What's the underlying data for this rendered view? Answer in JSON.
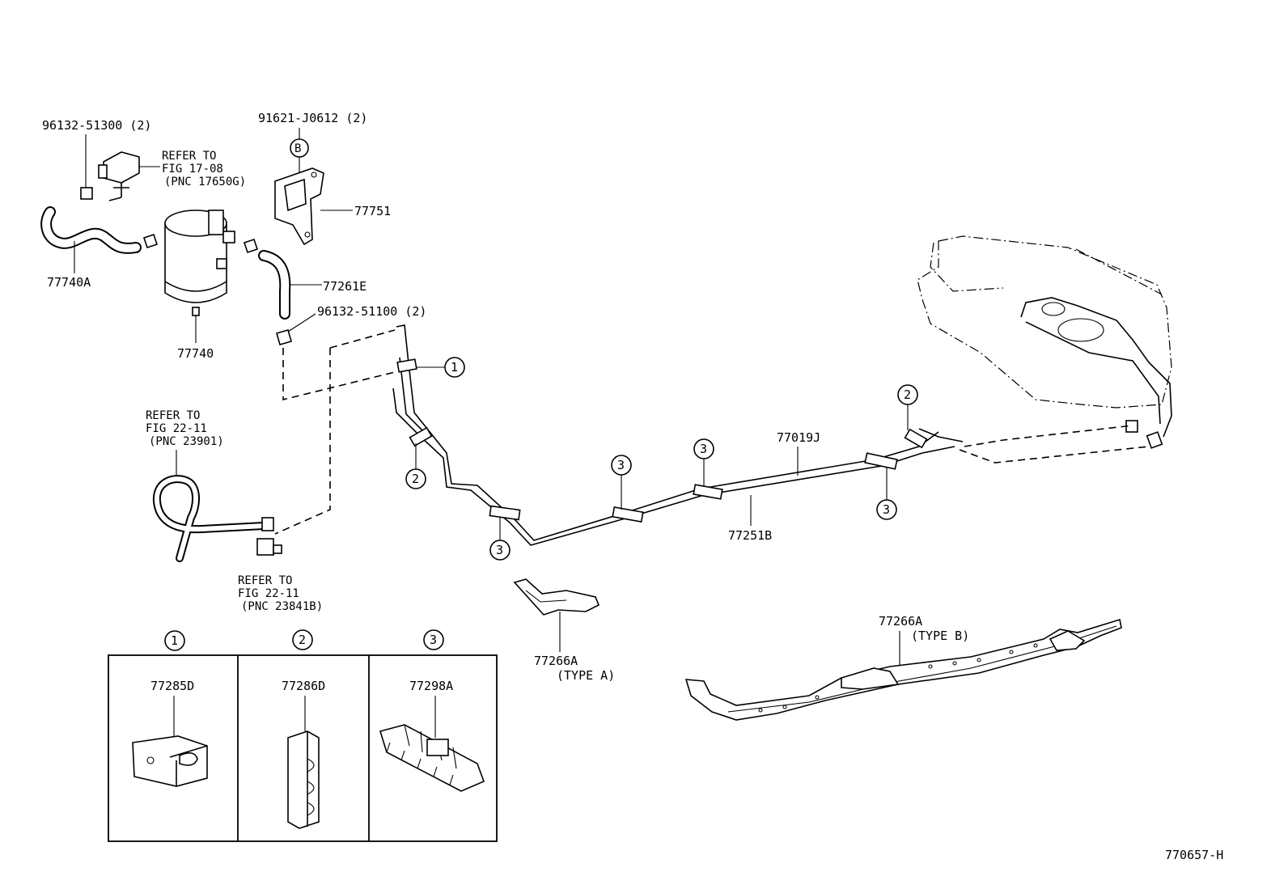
{
  "diagram": {
    "figure_code": "770657-H",
    "canister": {
      "bolt_upper": "96132-51300 (2)",
      "vsv_ref": [
        "REFER TO",
        "FIG 17-08",
        "(PNC 17650G)"
      ],
      "hose_left": "77740A",
      "canister": "77740"
    },
    "bracket": {
      "bolt": "91621-J0612 (2)",
      "callout_b": "B",
      "bracket": "77751"
    },
    "hose_right": "77261E",
    "clip_right": "96132-51100 (2)",
    "ref_hose": [
      "REFER TO",
      "FIG 22-11",
      "(PNC 23901)"
    ],
    "ref_valve": [
      "REFER TO",
      "FIG 22-11",
      "(PNC 23841B)"
    ],
    "tubes": {
      "main_tube": "77019J",
      "lower_tube": "77251B",
      "protector_a": "77266A",
      "protector_a_type": "(TYPE  A)",
      "protector_b": "77266A",
      "protector_b_type": "(TYPE  B)"
    },
    "callouts": [
      "1",
      "2",
      "3"
    ],
    "legend": [
      {
        "callout": "1",
        "part": "77285D"
      },
      {
        "callout": "2",
        "part": "77286D"
      },
      {
        "callout": "3",
        "part": "77298A"
      }
    ]
  }
}
